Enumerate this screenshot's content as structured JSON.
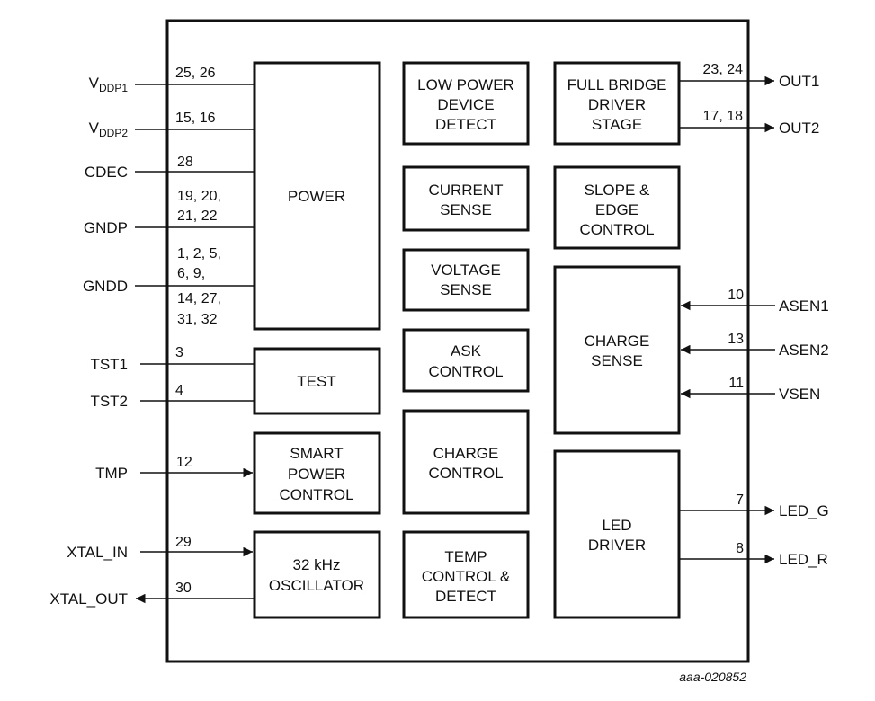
{
  "figure_id": "aaa-020852",
  "blocks": {
    "power": [
      "POWER"
    ],
    "test": [
      "TEST"
    ],
    "smart_power": [
      "SMART",
      "POWER",
      "CONTROL"
    ],
    "oscillator": [
      "32 kHz",
      "OSCILLATOR"
    ],
    "low_power_detect": [
      "LOW POWER",
      "DEVICE",
      "DETECT"
    ],
    "current_sense": [
      "CURRENT",
      "SENSE"
    ],
    "voltage_sense": [
      "VOLTAGE",
      "SENSE"
    ],
    "ask_control": [
      "ASK",
      "CONTROL"
    ],
    "charge_control": [
      "CHARGE",
      "CONTROL"
    ],
    "temp_control": [
      "TEMP",
      "CONTROL &",
      "DETECT"
    ],
    "full_bridge": [
      "FULL BRIDGE",
      "DRIVER",
      "STAGE"
    ],
    "slope_edge": [
      "SLOPE &",
      "EDGE",
      "CONTROL"
    ],
    "charge_sense": [
      "CHARGE",
      "SENSE"
    ],
    "led_driver": [
      "LED",
      "DRIVER"
    ]
  },
  "signals": {
    "vddp1": {
      "name": "V",
      "sub": "DDP1",
      "pins": [
        "25, 26"
      ]
    },
    "vddp2": {
      "name": "V",
      "sub": "DDP2",
      "pins": [
        "15, 16"
      ]
    },
    "cdec": {
      "name": "CDEC",
      "pins": [
        "28"
      ]
    },
    "gndp": {
      "name": "GNDP",
      "pins": [
        "19, 20,",
        "21, 22"
      ]
    },
    "gndd": {
      "name": "GNDD",
      "pins_above": [
        "1, 2, 5,",
        "6, 9,"
      ],
      "pins_below": [
        "14, 27,",
        "31, 32"
      ]
    },
    "tst1": {
      "name": "TST1",
      "pins": [
        "3"
      ]
    },
    "tst2": {
      "name": "TST2",
      "pins": [
        "4"
      ]
    },
    "tmp": {
      "name": "TMP",
      "pins": [
        "12"
      ]
    },
    "xtal_in": {
      "name": "XTAL_IN",
      "pins": [
        "29"
      ]
    },
    "xtal_out": {
      "name": "XTAL_OUT",
      "pins": [
        "30"
      ]
    },
    "out1": {
      "name": "OUT1",
      "pins": [
        "23, 24"
      ]
    },
    "out2": {
      "name": "OUT2",
      "pins": [
        "17, 18"
      ]
    },
    "asen1": {
      "name": "ASEN1",
      "pins": [
        "10"
      ]
    },
    "asen2": {
      "name": "ASEN2",
      "pins": [
        "13"
      ]
    },
    "vsen": {
      "name": "VSEN",
      "pins": [
        "11"
      ]
    },
    "led_g": {
      "name": "LED_G",
      "pins": [
        "7"
      ]
    },
    "led_r": {
      "name": "LED_R",
      "pins": [
        "8"
      ]
    }
  }
}
